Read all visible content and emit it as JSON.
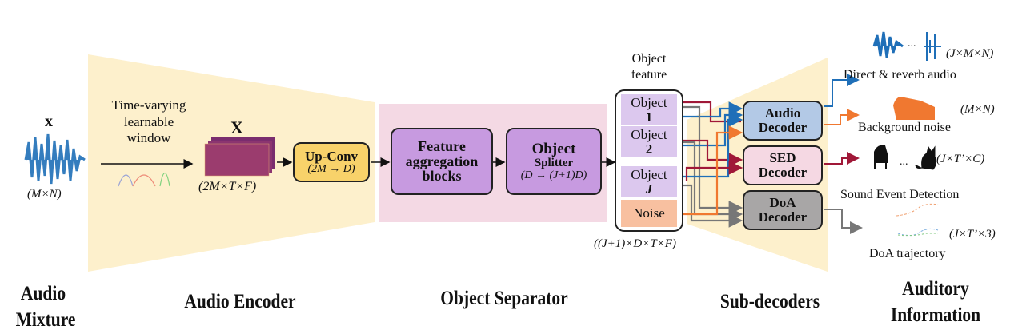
{
  "sections": {
    "audio_mixture": [
      "Audio",
      "Mixture"
    ],
    "audio_encoder": "Audio Encoder",
    "object_separator": "Object Separator",
    "sub_decoders": "Sub-decoders",
    "auditory_information": [
      "Auditory",
      "Information"
    ]
  },
  "input": {
    "symbol": "x",
    "shape": "(M×N)"
  },
  "encoder": {
    "window_label": [
      "Time-varying",
      "learnable",
      "window"
    ],
    "spectrogram_symbol": "X",
    "spectrogram_shape": "(2M×T×F)",
    "upconv": {
      "title": "Up-Conv",
      "subtitle": "(2M → D)"
    }
  },
  "separator": {
    "feature_block": [
      "Feature",
      "aggregation",
      "blocks"
    ],
    "splitter": {
      "title": "Object",
      "subtitle": "Splitter",
      "formula": "(D → (J+1)D)"
    }
  },
  "object_feature": {
    "title": [
      "Object",
      "feature"
    ],
    "items": [
      {
        "label": "Object",
        "index": "1"
      },
      {
        "label": "Object",
        "index": "2"
      },
      {
        "label": "Object",
        "index": "J"
      }
    ],
    "noise": "Noise",
    "shape": "((J+1)×D×T×F)"
  },
  "decoders": [
    {
      "name": [
        "Audio",
        "Decoder"
      ],
      "color": "#b3c9e6"
    },
    {
      "name": [
        "SED",
        "Decoder"
      ],
      "color": "#f5d8e3"
    },
    {
      "name": [
        "DoA",
        "Decoder"
      ],
      "color": "#a8a6a6"
    }
  ],
  "outputs": [
    {
      "label": "Direct & reverb audio",
      "shape": "(J×M×N)",
      "color": "#1f6fb8"
    },
    {
      "label": "Background noise",
      "shape": "(M×N)",
      "color": "#f07830"
    },
    {
      "label": "Sound Event Detection",
      "shape": "(J×T’×C)",
      "color": "#a01838"
    },
    {
      "label": "DoA trajectory",
      "shape": "(J×T’×3)",
      "color": "#777777"
    }
  ],
  "ellipsis": "..."
}
